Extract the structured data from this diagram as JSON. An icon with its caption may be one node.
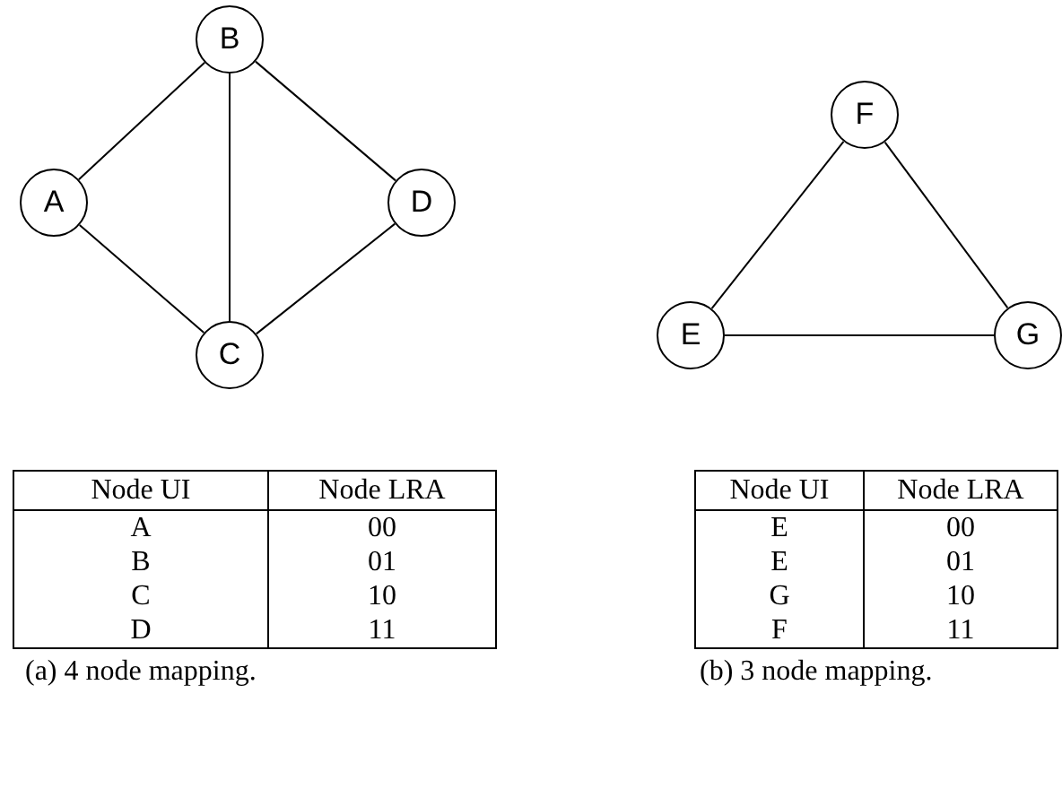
{
  "diagram": {
    "nodes": [
      {
        "text": [
          "B"
        ]
      },
      {
        "text": [
          "A"
        ]
      },
      {
        "text": [
          "D"
        ]
      },
      {
        "text": [
          "C"
        ]
      },
      {
        "text": [
          "F"
        ]
      },
      {
        "text": [
          "E"
        ]
      },
      {
        "text": [
          "G"
        ]
      }
    ],
    "edges": [
      {
        "from": 1,
        "to": 0,
        "arrow": "none"
      },
      {
        "from": 0,
        "to": 2,
        "arrow": "none"
      },
      {
        "from": 0,
        "to": 3,
        "arrow": "none"
      },
      {
        "from": 1,
        "to": 3,
        "arrow": "none"
      },
      {
        "from": 2,
        "to": 3,
        "arrow": "none"
      },
      {
        "from": 4,
        "to": 5,
        "arrow": "none"
      },
      {
        "from": 4,
        "to": 6,
        "arrow": "none"
      },
      {
        "from": 5,
        "to": 6,
        "arrow": "none"
      }
    ],
    "labels": [
      "Node UI",
      "Node LRA",
      "A",
      "00",
      "B",
      "01",
      "C",
      "10",
      "D",
      "11",
      "(a) 4 node mapping.",
      "Node UI",
      "Node LRA",
      "E",
      "00",
      "E",
      "01",
      "G",
      "10",
      "F",
      "11",
      "(b) 3 node mapping."
    ]
  }
}
